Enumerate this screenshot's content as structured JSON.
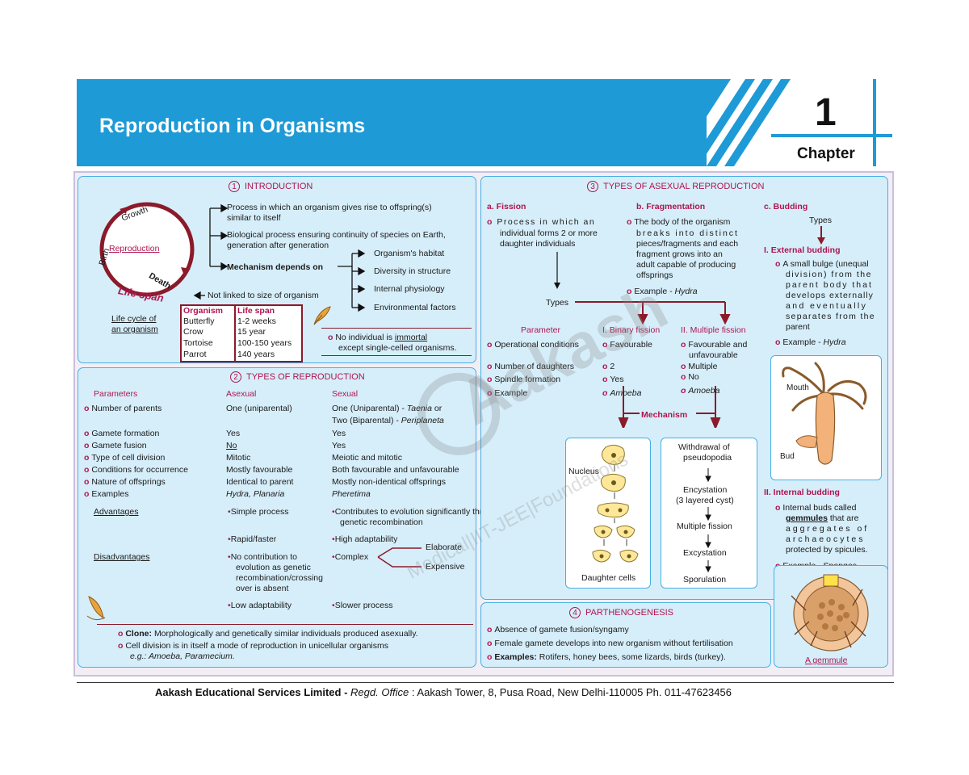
{
  "header": {
    "title": "Reproduction in Organisms",
    "chapter_number": "1",
    "chapter_label": "Chapter"
  },
  "intro": {
    "num": "1",
    "title": "INTRODUCTION",
    "cycle": {
      "growth": "Growth",
      "birth": "Birth",
      "death": "Death",
      "reproduction": "Reproduction",
      "life_span": "Life span",
      "caption1": "Life cycle of",
      "caption2": "an organism"
    },
    "points": [
      "Process in which an organism gives rise to offspring(s)",
      "similar to itself",
      "Biological process ensuring continuity of species on Earth,",
      "generation after generation",
      "Mechanism depends on",
      "Not linked to size of organism"
    ],
    "mechanism": [
      "Organism's habitat",
      "Diversity in structure",
      "Internal physiology",
      "Environmental factors"
    ],
    "table_head": [
      "Organism",
      "Life span"
    ],
    "table_rows": [
      [
        "Butterfly",
        "1-2 weeks"
      ],
      [
        "Crow",
        "15 year"
      ],
      [
        "Tortoise",
        "100-150 years"
      ],
      [
        "Parrot",
        "140 years"
      ]
    ],
    "note1": "No individual is",
    "note_immortal": "immortal",
    "note2": "except single-celled organisms."
  },
  "types": {
    "num": "2",
    "title": "TYPES OF REPRODUCTION",
    "headers": [
      "Parameters",
      "Asexual",
      "Sexual"
    ],
    "rows": [
      {
        "p": "Number of parents",
        "a": "One (uniparental)",
        "s1": "One (Uniparental) - ",
        "s1i": "Taenia",
        "s1e": " or",
        "s2": "Two (Biparental) - ",
        "s2i": "Periplaneta"
      },
      {
        "p": "Gamete formation",
        "a": "Yes",
        "s": "Yes"
      },
      {
        "p": "Gamete fusion",
        "a": "No",
        "s": "Yes"
      },
      {
        "p": "Type of cell division",
        "a": "Mitotic",
        "s": "Meiotic and mitotic"
      },
      {
        "p": "Conditions for occurrence",
        "a": "Mostly favourable",
        "s": "Both favourable and unfavourable"
      },
      {
        "p": "Nature of offsprings",
        "a": "Identical to parent",
        "s": "Mostly non-identical offsprings"
      },
      {
        "p": "Examples",
        "a": "Hydra, Planaria",
        "s": "Pheretima"
      }
    ],
    "advantages_label": "Advantages",
    "adv_asexual": [
      "Simple process",
      "Rapid/faster"
    ],
    "adv_sexual": [
      "Contributes to evolution significantly through",
      "genetic recombination",
      "High adaptability"
    ],
    "disadvantages_label": "Disadvantages",
    "dis_asexual": [
      "No contribution to",
      "evolution as genetic",
      "recombination/crossing",
      "over is absent",
      "Low adaptability"
    ],
    "dis_sexual": [
      "Complex",
      "Slower process"
    ],
    "complex_branches": [
      "Elaborate",
      "Expensive"
    ],
    "clone_label": "Clone:",
    "clone_text": "Morphologically and genetically similar individuals produced asexually.",
    "cell_div": "Cell division is in itself a mode of reproduction in unicellular organisms",
    "cell_div_eg": "e.g.: Amoeba, Paramecium."
  },
  "asexual": {
    "num": "3",
    "title": "TYPES OF ASEXUAL REPRODUCTION",
    "fission": {
      "title": "a. Fission",
      "text": [
        "Process in which an",
        "individual forms 2 or more",
        "daughter individuals"
      ],
      "types": "Types"
    },
    "fragmentation": {
      "title": "b. Fragmentation",
      "text": [
        "The body of the organism",
        "breaks into distinct",
        "pieces/fragments and each",
        "fragment grows into an",
        "adult capable of producing",
        "offsprings"
      ],
      "example_label": "Example - ",
      "example": "Hydra"
    },
    "budding": {
      "title": "c. Budding",
      "types": "Types",
      "external_title": "I. External budding",
      "external_text": [
        "A small bulge (unequal",
        "division) from the",
        "parent body that",
        "develops externally",
        "and eventually",
        "separates from the",
        "parent"
      ],
      "external_example_label": "Example - ",
      "external_example": "Hydra",
      "hydra_labels": [
        "Mouth",
        "Bud"
      ],
      "internal_title": "II. Internal budding",
      "internal_text1": "Internal buds called",
      "internal_gemmules": "gemmules",
      "internal_text2": " that are",
      "internal_text3": [
        "aggregates of",
        "archaeocytes",
        "protected by spicules."
      ],
      "internal_example_label": "Example - ",
      "internal_example": "Sponges",
      "gemmule_caption": "A gemmule"
    },
    "compare": {
      "headers": [
        "Parameter",
        "I. Binary fission",
        "II. Multiple fission"
      ],
      "rows": [
        [
          "Operational conditions",
          "Favourable",
          "Favourable and",
          "unfavourable"
        ],
        [
          "Number of daughters",
          "2",
          "Multiple",
          ""
        ],
        [
          "Spindle formation",
          "Yes",
          "No",
          ""
        ],
        [
          "Example",
          "Amoeba",
          "Amoeba",
          ""
        ]
      ]
    },
    "mechanism_label": "Mechanism",
    "nucleus": "Nucleus",
    "daughter_cells": "Daughter cells",
    "steps": [
      "Withdrawal of",
      "pseudopodia",
      "Encystation",
      "(3 layered cyst)",
      "Multiple fission",
      "Excystation",
      "Sporulation"
    ]
  },
  "parthenogenesis": {
    "num": "4",
    "title": "PARTHENOGENESIS",
    "points": [
      "Absence of gamete fusion/syngamy",
      "Female gamete develops into new organism without fertilisation"
    ],
    "examples_label": "Examples:",
    "examples": "Rotifers, honey bees, some lizards, birds (turkey)."
  },
  "watermark": {
    "brand": "Aakash",
    "sub": "Medical|IIT-JEE|Foundations"
  },
  "footer": {
    "company": "Aakash Educational Services Limited - ",
    "regd": "Regd. Office",
    "address": " : Aakash Tower, 8, Pusa Road, New Delhi-110005 Ph. 011-47623456"
  },
  "colors": {
    "header_blue": "#1e9ad6",
    "panel_blue": "#d6eefa",
    "accent_red": "#b0154f",
    "arrow_maroon": "#8b1a2a"
  }
}
